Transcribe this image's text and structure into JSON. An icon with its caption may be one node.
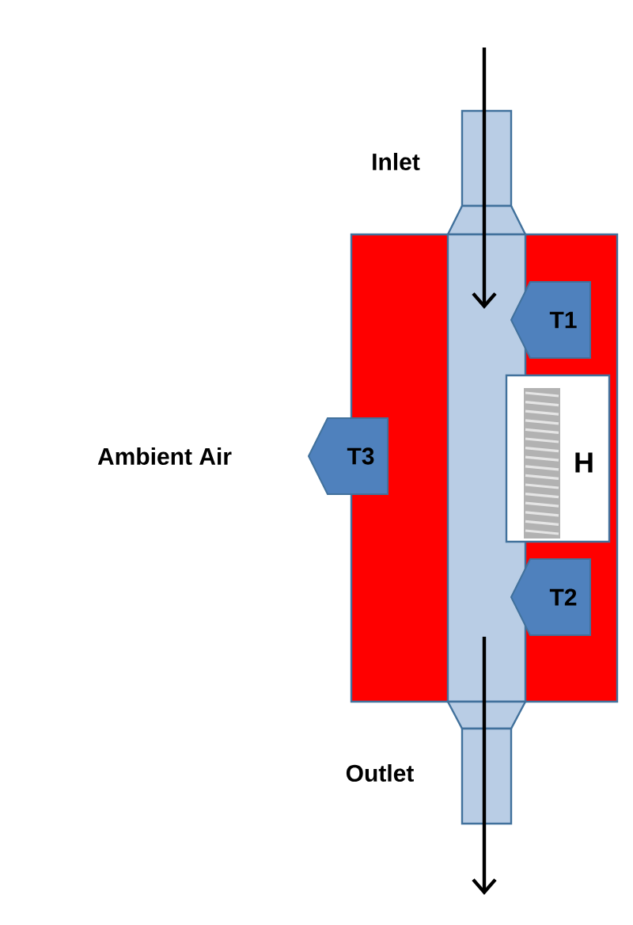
{
  "diagram": {
    "nodes": [
      {
        "text": [
          "T1"
        ]
      },
      {
        "text": [
          "H"
        ]
      },
      {
        "text": [
          "T3"
        ]
      },
      {
        "text": [
          "T2"
        ]
      }
    ],
    "labels": [
      "Inlet",
      "Ambient Air",
      "Outlet"
    ]
  }
}
